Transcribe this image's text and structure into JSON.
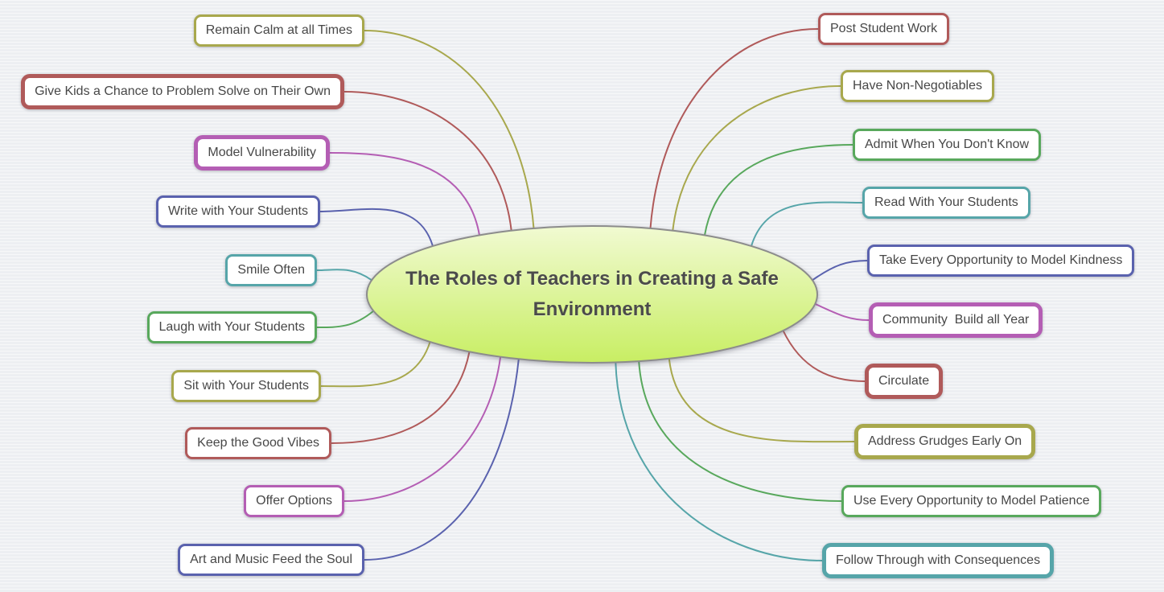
{
  "canvas_background": "#edeff2",
  "center": {
    "title": "The Roles of Teachers in Creating a Safe Environment",
    "fill_top": "#f1fad2",
    "fill_bottom": "#c8ee63",
    "border_color": "#8c8c8c",
    "text_color": "#4b4b4b"
  },
  "left_nodes": [
    {
      "label": "Remain Calm at all Times",
      "color": "#a8a84d"
    },
    {
      "label": "Give Kids a Chance to Problem Solve on Their Own",
      "color": "#b05a5a"
    },
    {
      "label": "Model Vulnerability",
      "color": "#b45eb4"
    },
    {
      "label": "Write with Your Students",
      "color": "#5a62ae"
    },
    {
      "label": "Smile Often",
      "color": "#56a5a9"
    },
    {
      "label": "Laugh with Your Students",
      "color": "#58a85c"
    },
    {
      "label": "Sit with Your Students",
      "color": "#a8a84d"
    },
    {
      "label": "Keep the Good Vibes",
      "color": "#b05a5a"
    },
    {
      "label": "Offer Options",
      "color": "#b45eb4"
    },
    {
      "label": "Art and Music Feed the Soul",
      "color": "#5a62ae"
    }
  ],
  "right_nodes": [
    {
      "label": "Post Student Work",
      "color": "#b05a5a"
    },
    {
      "label": "Have Non-Negotiables",
      "color": "#a8a84d"
    },
    {
      "label": "Admit When You Don't Know",
      "color": "#58a85c"
    },
    {
      "label": "Read With Your Students",
      "color": "#56a5a9"
    },
    {
      "label": "Take Every Opportunity to Model Kindness",
      "color": "#5a62ae"
    },
    {
      "label": "Community  Build all Year",
      "color": "#b45eb4"
    },
    {
      "label": "Circulate",
      "color": "#b05a5a"
    },
    {
      "label": "Address Grudges Early On",
      "color": "#a8a84d"
    },
    {
      "label": "Use Every Opportunity to Model Patience",
      "color": "#58a85c"
    },
    {
      "label": "Follow Through with Consequences",
      "color": "#56a5a9"
    }
  ]
}
